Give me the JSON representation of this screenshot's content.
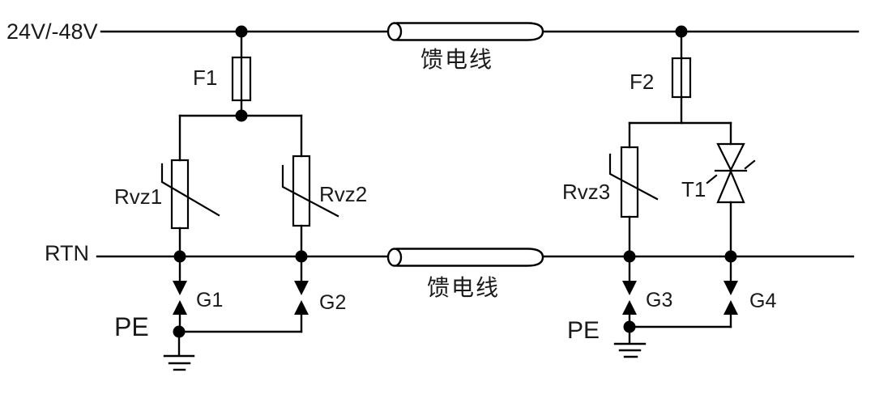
{
  "diagram_type": "dc-power-feed-surge-protection-schematic",
  "colors": {
    "line": "#000000",
    "background": "#ffffff",
    "text": "#1a1a1a"
  },
  "rails": {
    "power_label": "24V/-48V",
    "return_label": "RTN",
    "earth_left_label": "PE",
    "earth_right_label": "PE"
  },
  "cables": {
    "top_label": "馈电线",
    "bottom_label": "馈电线"
  },
  "components": {
    "fuse1": "F1",
    "fuse2": "F2",
    "varistor1": "Rvz1",
    "varistor2": "Rvz2",
    "varistor3": "Rvz3",
    "thyristor": "T1",
    "arrester1": "G1",
    "arrester2": "G2",
    "arrester3": "G3",
    "arrester4": "G4"
  }
}
